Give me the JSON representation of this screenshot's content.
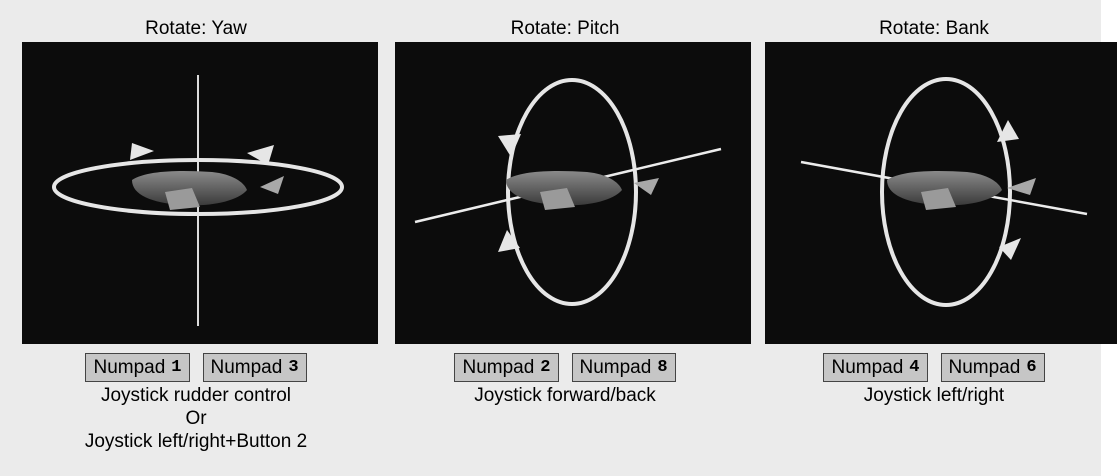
{
  "panels": [
    {
      "title": "Rotate: Yaw",
      "keys": [
        {
          "label": "Numpad",
          "num": "1"
        },
        {
          "label": "Numpad",
          "num": "3"
        }
      ],
      "desc": [
        "Joystick rudder control",
        "Or",
        "Joystick left/right+Button 2"
      ]
    },
    {
      "title": "Rotate: Pitch",
      "keys": [
        {
          "label": "Numpad",
          "num": "2"
        },
        {
          "label": "Numpad",
          "num": "8"
        }
      ],
      "desc": [
        "Joystick forward/back"
      ]
    },
    {
      "title": "Rotate: Bank",
      "keys": [
        {
          "label": "Numpad",
          "num": "4"
        },
        {
          "label": "Numpad",
          "num": "6"
        }
      ],
      "desc": [
        "Joystick left/right"
      ]
    }
  ],
  "colors": {
    "background": "#ebebeb",
    "viewport": "#0c0c0c",
    "key_face": "#c6c6c6",
    "arrow": "#e6e6e6"
  }
}
